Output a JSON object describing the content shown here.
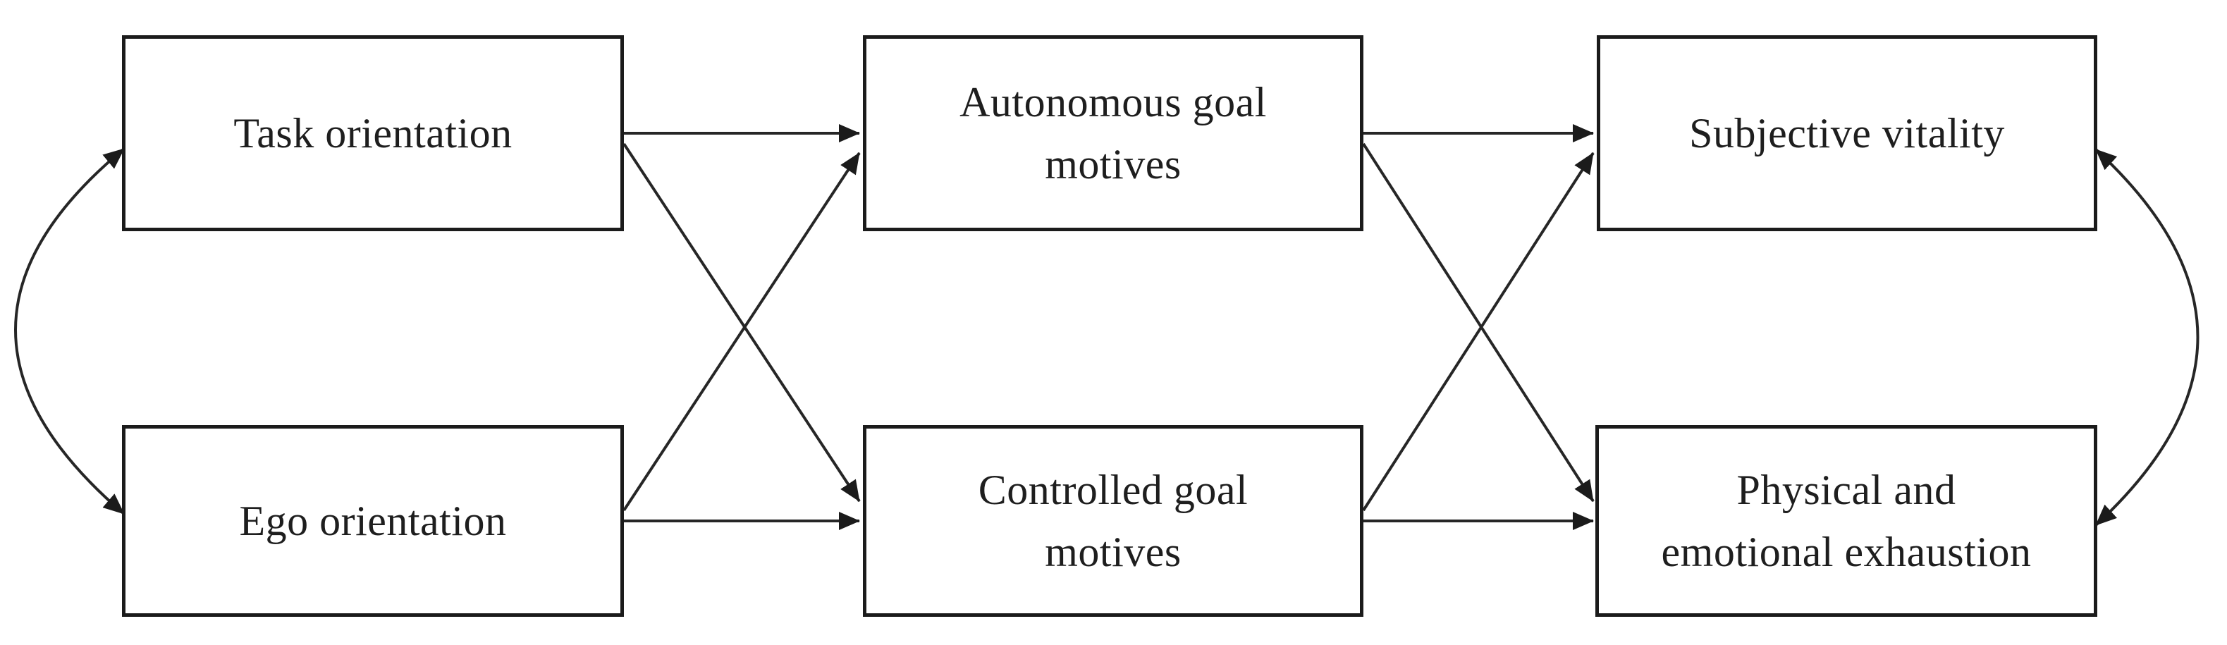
{
  "figure": {
    "type": "path-model-diagram",
    "background": "#ffffff",
    "line_color": "#262626",
    "text_color": "#1e1e1e",
    "nodes": [
      {
        "id": "task-orientation",
        "label": "Task orientation",
        "lines": [
          "Task orientation"
        ]
      },
      {
        "id": "ego-orientation",
        "label": "Ego orientation",
        "lines": [
          "Ego orientation"
        ]
      },
      {
        "id": "autonomous-goal-motives",
        "label": "Autonomous goal motives",
        "lines": [
          "Autonomous goal",
          "motives"
        ]
      },
      {
        "id": "controlled-goal-motives",
        "label": "Controlled goal motives",
        "lines": [
          "Controlled goal",
          "motives"
        ]
      },
      {
        "id": "subjective-vitality",
        "label": "Subjective vitality",
        "lines": [
          "Subjective vitality"
        ]
      },
      {
        "id": "physical-and-emotional-exhaustion",
        "label": "Physical and emotional exhaustion",
        "lines": [
          "Physical and",
          "emotional exhaustion"
        ]
      }
    ],
    "edges": [
      {
        "from": "task-orientation",
        "to": "autonomous-goal-motives",
        "type": "directed-straight"
      },
      {
        "from": "task-orientation",
        "to": "controlled-goal-motives",
        "type": "directed-straight"
      },
      {
        "from": "ego-orientation",
        "to": "autonomous-goal-motives",
        "type": "directed-straight"
      },
      {
        "from": "ego-orientation",
        "to": "controlled-goal-motives",
        "type": "directed-straight"
      },
      {
        "from": "autonomous-goal-motives",
        "to": "subjective-vitality",
        "type": "directed-straight"
      },
      {
        "from": "autonomous-goal-motives",
        "to": "physical-and-emotional-exhaustion",
        "type": "directed-straight"
      },
      {
        "from": "controlled-goal-motives",
        "to": "subjective-vitality",
        "type": "directed-straight"
      },
      {
        "from": "controlled-goal-motives",
        "to": "physical-and-emotional-exhaustion",
        "type": "directed-straight"
      },
      {
        "from": "task-orientation",
        "to": "ego-orientation",
        "type": "bidirectional-curved"
      },
      {
        "from": "subjective-vitality",
        "to": "physical-and-emotional-exhaustion",
        "type": "bidirectional-curved"
      }
    ]
  }
}
